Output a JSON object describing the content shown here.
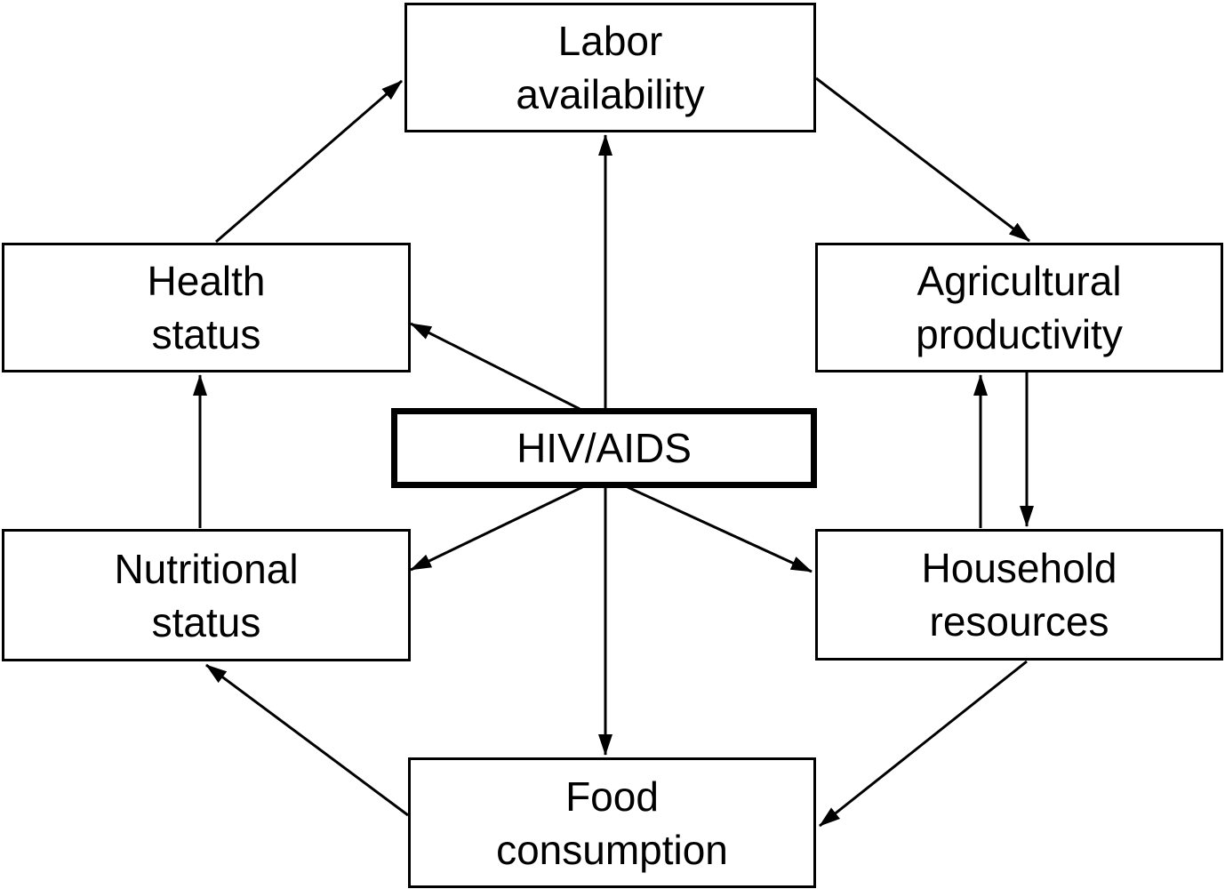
{
  "diagram": {
    "nodes": [
      {
        "id": "labor-availability",
        "label": "Labor\navailability"
      },
      {
        "id": "health-status",
        "label": "Health\nstatus"
      },
      {
        "id": "agricultural-productivity",
        "label": "Agricultural\nproductivity"
      },
      {
        "id": "hiv-aids",
        "label": "HIV/AIDS"
      },
      {
        "id": "nutritional-status",
        "label": "Nutritional\nstatus"
      },
      {
        "id": "household-resources",
        "label": "Household\nresources"
      },
      {
        "id": "food-consumption",
        "label": "Food\nconsumption"
      }
    ],
    "edges": [
      {
        "from": "health-status",
        "to": "labor-availability"
      },
      {
        "from": "labor-availability",
        "to": "agricultural-productivity"
      },
      {
        "from": "hiv-aids",
        "to": "health-status"
      },
      {
        "from": "hiv-aids",
        "to": "labor-availability"
      },
      {
        "from": "hiv-aids",
        "to": "nutritional-status"
      },
      {
        "from": "hiv-aids",
        "to": "food-consumption"
      },
      {
        "from": "hiv-aids",
        "to": "household-resources"
      },
      {
        "from": "nutritional-status",
        "to": "health-status"
      },
      {
        "from": "household-resources",
        "to": "agricultural-productivity"
      },
      {
        "from": "agricultural-productivity",
        "to": "household-resources"
      },
      {
        "from": "household-resources",
        "to": "food-consumption"
      },
      {
        "from": "food-consumption",
        "to": "nutritional-status"
      }
    ],
    "colors": {
      "stroke": "#000000",
      "text": "#000000",
      "background": "#ffffff"
    }
  }
}
